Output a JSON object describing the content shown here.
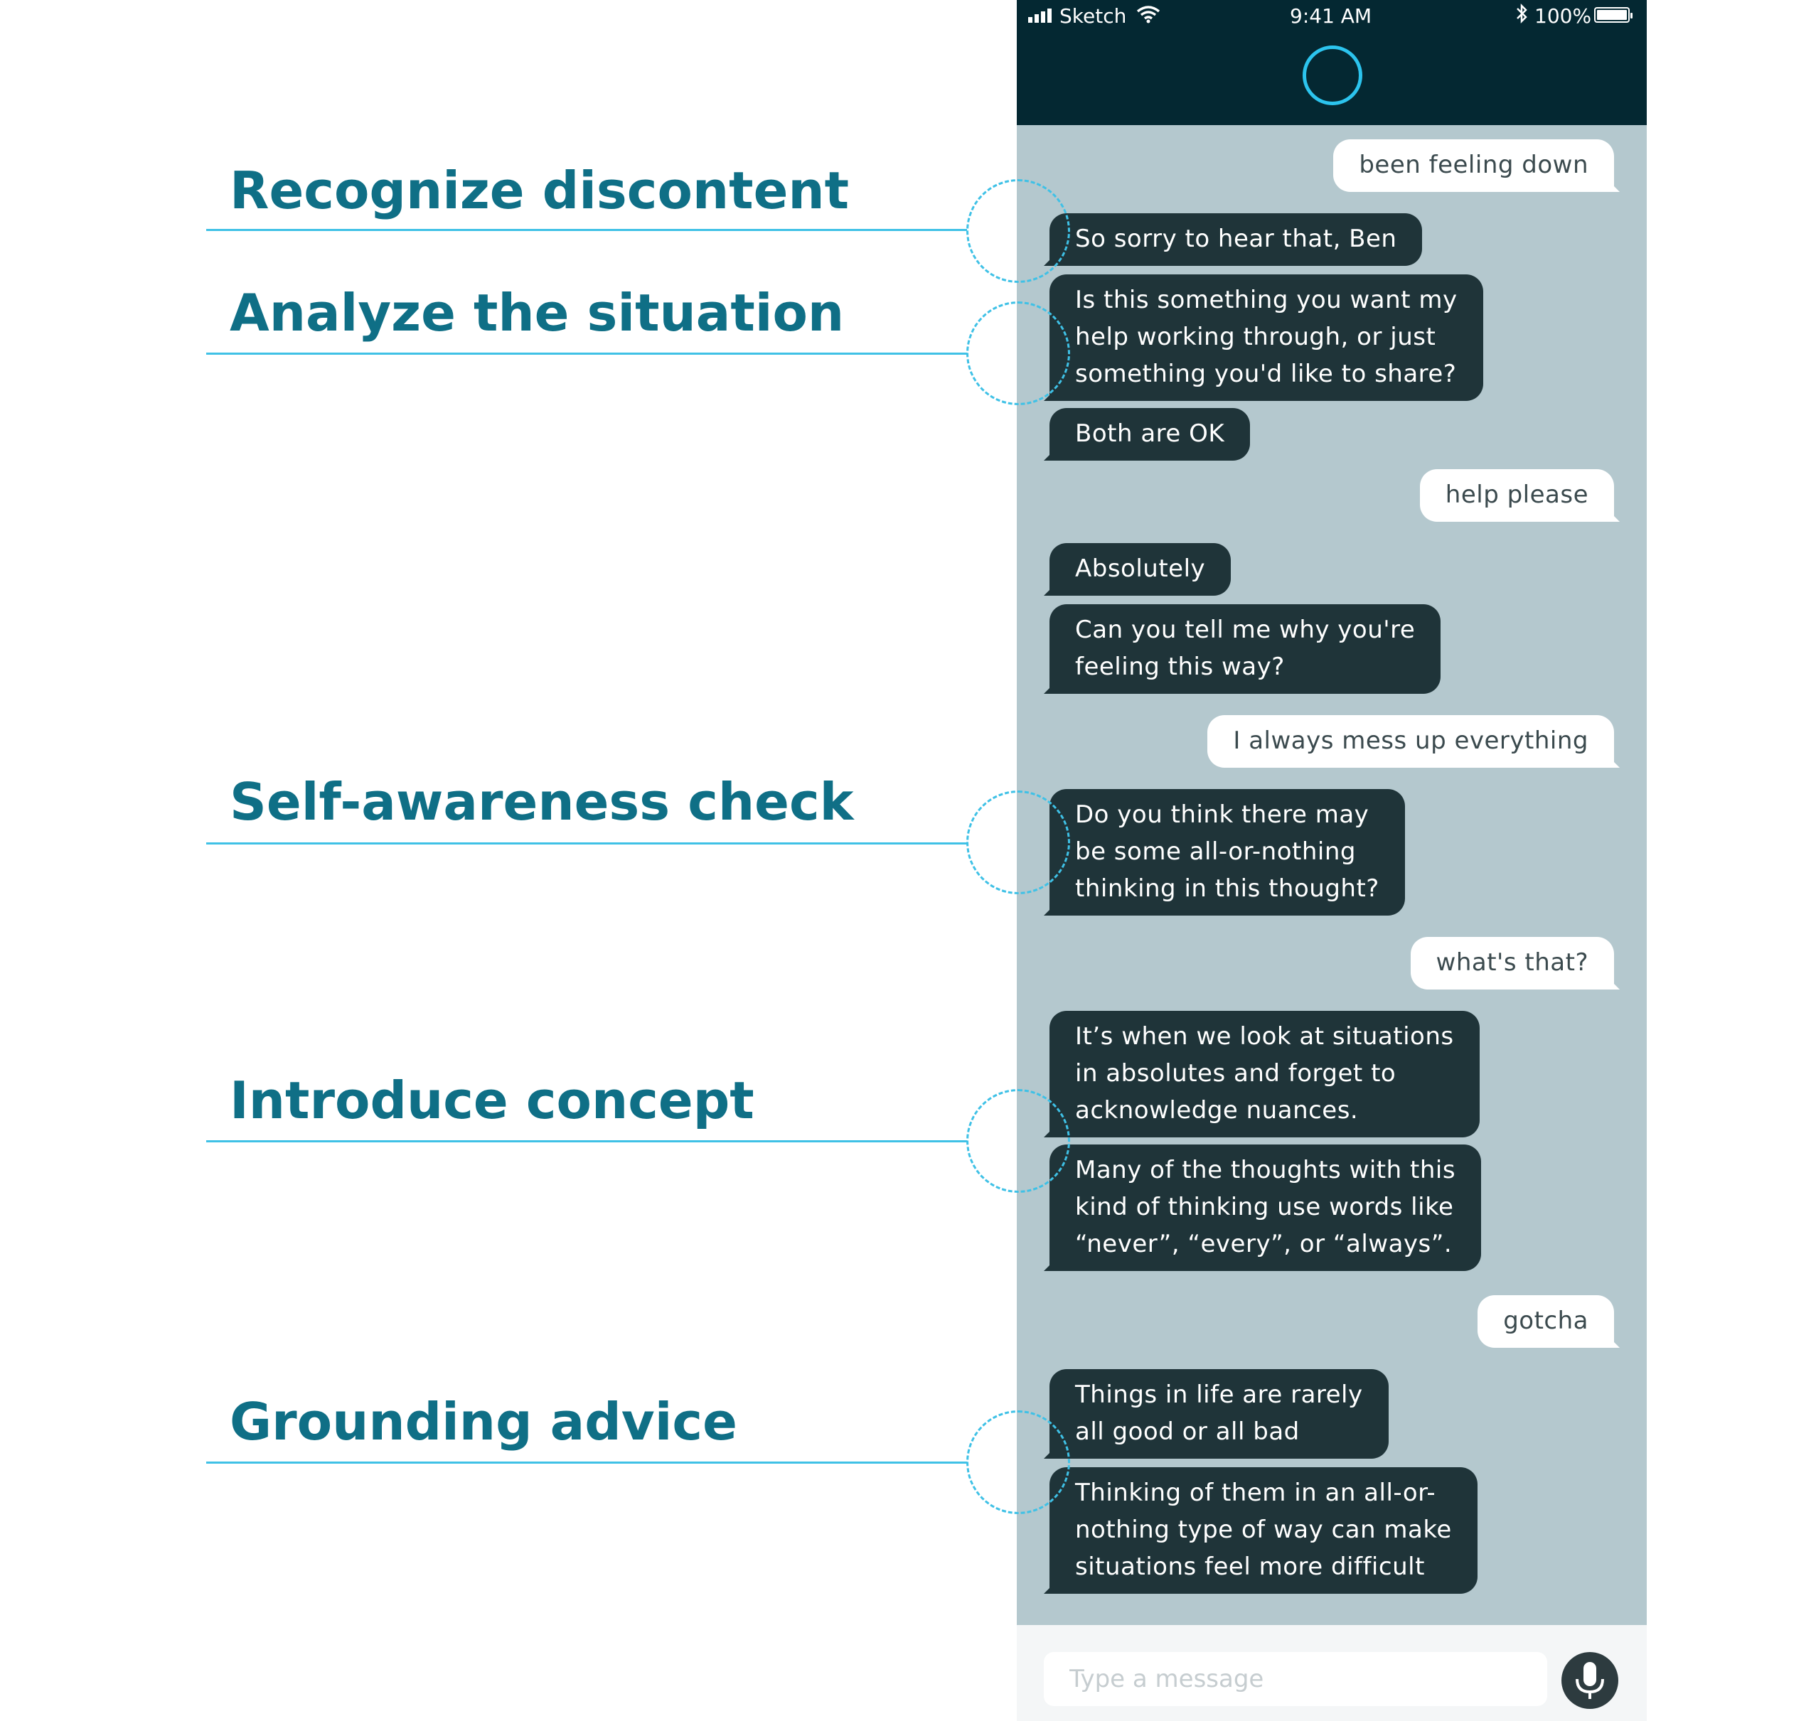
{
  "annotations": [
    {
      "label": "Recognize discontent"
    },
    {
      "label": "Analyze the situation"
    },
    {
      "label": "Self-awareness check"
    },
    {
      "label": "Introduce concept"
    },
    {
      "label": "Grounding advice"
    }
  ],
  "status_bar": {
    "carrier": "Sketch",
    "time": "9:41 AM",
    "battery": "100%"
  },
  "messages": [
    {
      "sender": "user",
      "lines": [
        "been feeling down"
      ]
    },
    {
      "sender": "bot",
      "lines": [
        "So sorry to hear that, Ben"
      ]
    },
    {
      "sender": "bot",
      "lines": [
        "Is this something you want my",
        "help working through, or just",
        "something you'd like to share?"
      ]
    },
    {
      "sender": "bot",
      "lines": [
        "Both are OK"
      ]
    },
    {
      "sender": "user",
      "lines": [
        "help please"
      ]
    },
    {
      "sender": "bot",
      "lines": [
        "Absolutely"
      ]
    },
    {
      "sender": "bot",
      "lines": [
        "Can you tell me why you're",
        "feeling this way?"
      ]
    },
    {
      "sender": "user",
      "lines": [
        "I always mess up everything"
      ]
    },
    {
      "sender": "bot",
      "lines": [
        "Do you think there may",
        "be some all-or-nothing",
        "thinking in this thought?"
      ]
    },
    {
      "sender": "user",
      "lines": [
        "what's that?"
      ]
    },
    {
      "sender": "bot",
      "lines": [
        "It’s when we look at situations",
        "in absolutes and forget to",
        "acknowledge nuances."
      ]
    },
    {
      "sender": "bot",
      "lines": [
        "Many of the thoughts with this",
        "kind of thinking use words like",
        "“never”, “every”, or “always”."
      ]
    },
    {
      "sender": "user",
      "lines": [
        "gotcha"
      ]
    },
    {
      "sender": "bot",
      "lines": [
        "Things in life are rarely",
        "all good or all bad"
      ]
    },
    {
      "sender": "bot",
      "lines": [
        "Thinking of them in an all-or-",
        "nothing type of way can make",
        "situations feel more difficult"
      ]
    }
  ],
  "input": {
    "placeholder": "Type a message"
  },
  "icons": {
    "status": [
      "signal-icon",
      "wifi-icon",
      "bluetooth-icon",
      "battery-icon"
    ],
    "header": "assistant-ring-icon",
    "input": "microphone-icon"
  },
  "colors": {
    "accent": "#3fc1e6",
    "annotation_text": "#0f6f86",
    "header_bg": "#042832",
    "chat_bg": "#b4c8ce",
    "bot_bubble": "#1f3439",
    "user_bubble": "#ffffff"
  }
}
